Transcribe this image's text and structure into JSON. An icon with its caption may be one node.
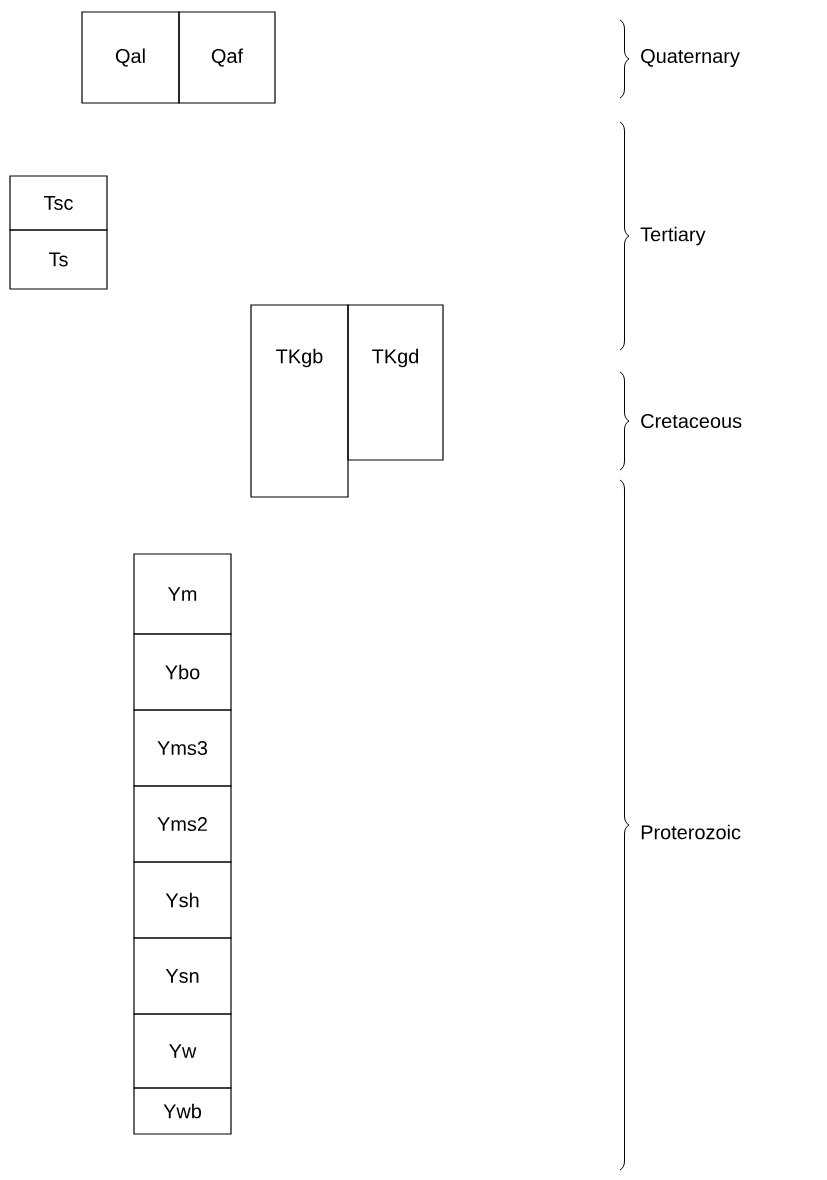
{
  "diagram": {
    "nodes": [
      {
        "text": [
          "Qal"
        ]
      },
      {
        "text": [
          "Qaf"
        ]
      },
      {
        "text": [
          "Tsc"
        ]
      },
      {
        "text": [
          "Ts"
        ]
      },
      {
        "text": [
          "TKgb"
        ]
      },
      {
        "text": [
          "TKgd"
        ]
      },
      {
        "text": [
          "Ym"
        ]
      },
      {
        "text": [
          "Ybo"
        ]
      },
      {
        "text": [
          "Yms3"
        ]
      },
      {
        "text": [
          "Yms2"
        ]
      },
      {
        "text": [
          "Ysh"
        ]
      },
      {
        "text": [
          "Ysn"
        ]
      },
      {
        "text": [
          "Yw"
        ]
      },
      {
        "text": [
          "Ywb"
        ]
      }
    ],
    "labels": [
      "Quaternary",
      "Tertiary",
      "Cretaceous",
      "Proterozoic"
    ]
  }
}
